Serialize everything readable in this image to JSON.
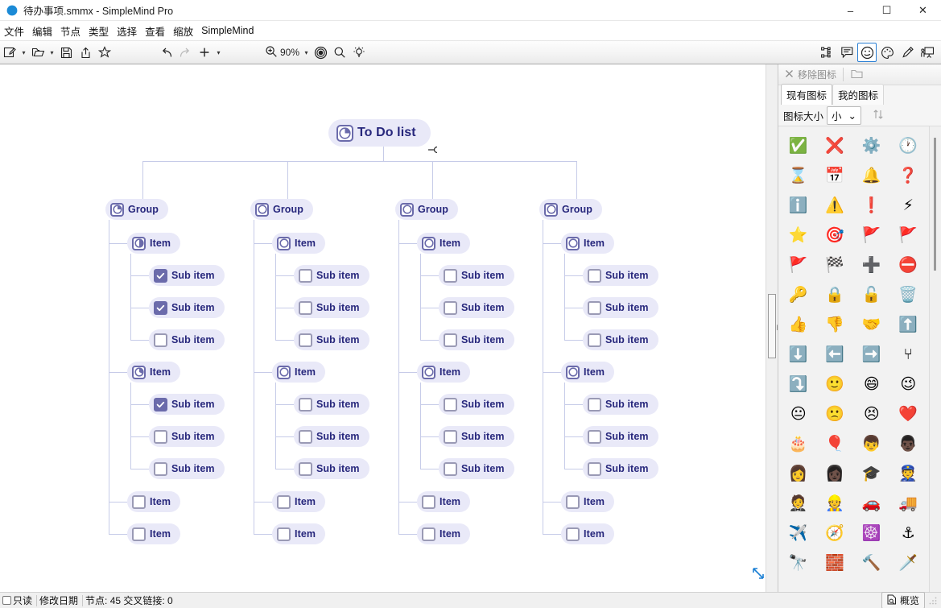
{
  "window": {
    "title": "待办事项.smmx - SimpleMind Pro",
    "app_icon": "simplemind-logo-icon",
    "minimize": "–",
    "maximize": "☐",
    "close": "✕"
  },
  "menubar": {
    "items": [
      {
        "label": "文件",
        "name": "menu-file"
      },
      {
        "label": "编辑",
        "name": "menu-edit"
      },
      {
        "label": "节点",
        "name": "menu-node"
      },
      {
        "label": "类型",
        "name": "menu-type"
      },
      {
        "label": "选择",
        "name": "menu-select"
      },
      {
        "label": "查看",
        "name": "menu-view"
      },
      {
        "label": "缩放",
        "name": "menu-zoom"
      },
      {
        "label": "SimpleMind",
        "name": "menu-simplemind"
      }
    ]
  },
  "toolbar": {
    "new_label": "new-document",
    "open_label": "open-folder",
    "save_label": "save",
    "export_label": "export",
    "favorite_label": "star",
    "undo_label": "undo",
    "redo_label": "redo",
    "add_label": "add",
    "zoom_value": "90%",
    "zoom_caret": "▾",
    "caret": "▾",
    "target_label": "auto-focus",
    "search_label": "search",
    "hint_label": "hint",
    "right_tools": [
      {
        "name": "outline-icon",
        "label": "outline"
      },
      {
        "name": "note-icon",
        "label": "note"
      },
      {
        "name": "smiley-icon",
        "label": "icons",
        "selected": true
      },
      {
        "name": "palette-icon",
        "label": "style"
      },
      {
        "name": "brush-icon",
        "label": "brush"
      },
      {
        "name": "presentation-icon",
        "label": "presentation"
      }
    ]
  },
  "panel": {
    "remove_icon_label": "移除图标",
    "folder_label": "open-icon-folder",
    "tabs": [
      {
        "label": "现有图标",
        "name": "tab-existing-icons",
        "active": true
      },
      {
        "label": "我的图标",
        "name": "tab-my-icons",
        "active": false
      }
    ],
    "size_label": "图标大小",
    "size_value": "小",
    "size_caret": "⌄",
    "sort_label": "sort-toggle",
    "icons": [
      {
        "name": "check-circle-icon",
        "glyph": "✅"
      },
      {
        "name": "cross-mark-icon",
        "glyph": "❌"
      },
      {
        "name": "gear-icon",
        "glyph": "⚙️"
      },
      {
        "name": "clock-icon",
        "glyph": "🕐"
      },
      {
        "name": "hourglass-icon",
        "glyph": "⌛"
      },
      {
        "name": "calendar-icon",
        "glyph": "📅"
      },
      {
        "name": "bell-icon",
        "glyph": "🔔"
      },
      {
        "name": "question-mark-icon",
        "glyph": "❓"
      },
      {
        "name": "information-icon",
        "glyph": "ℹ️"
      },
      {
        "name": "warning-icon",
        "glyph": "⚠️"
      },
      {
        "name": "exclamation-icon",
        "glyph": "❗"
      },
      {
        "name": "lightning-icon",
        "glyph": "⚡"
      },
      {
        "name": "star-icon",
        "glyph": "⭐"
      },
      {
        "name": "target-icon",
        "glyph": "🎯"
      },
      {
        "name": "green-flag-icon",
        "glyph": "🚩"
      },
      {
        "name": "orange-flag-icon",
        "glyph": "🚩"
      },
      {
        "name": "red-flag-icon",
        "glyph": "🚩"
      },
      {
        "name": "checkered-flag-icon",
        "glyph": "🏁"
      },
      {
        "name": "plus-circle-icon",
        "glyph": "➕"
      },
      {
        "name": "minus-circle-icon",
        "glyph": "⛔"
      },
      {
        "name": "key-icon",
        "glyph": "🔑"
      },
      {
        "name": "lock-closed-icon",
        "glyph": "🔒"
      },
      {
        "name": "lock-open-icon",
        "glyph": "🔓"
      },
      {
        "name": "trash-icon",
        "glyph": "🗑️"
      },
      {
        "name": "thumbs-up-icon",
        "glyph": "👍"
      },
      {
        "name": "thumbs-down-icon",
        "glyph": "👎"
      },
      {
        "name": "handshake-icon",
        "glyph": "🤝"
      },
      {
        "name": "arrow-up-circle-icon",
        "glyph": "⬆️"
      },
      {
        "name": "arrow-down-circle-icon",
        "glyph": "⬇️"
      },
      {
        "name": "arrow-left-circle-icon",
        "glyph": "⬅️"
      },
      {
        "name": "arrow-right-circle-icon",
        "glyph": "➡️"
      },
      {
        "name": "split-arrow-icon",
        "glyph": "⑂"
      },
      {
        "name": "merge-arrow-icon",
        "glyph": "⤵️"
      },
      {
        "name": "smile-icon",
        "glyph": "🙂"
      },
      {
        "name": "grin-icon",
        "glyph": "😄"
      },
      {
        "name": "wink-icon",
        "glyph": "😉"
      },
      {
        "name": "neutral-face-icon",
        "glyph": "😐"
      },
      {
        "name": "frown-icon",
        "glyph": "🙁"
      },
      {
        "name": "distress-icon",
        "glyph": "😣"
      },
      {
        "name": "heart-icon",
        "glyph": "❤️"
      },
      {
        "name": "birthday-cake-icon",
        "glyph": "🎂"
      },
      {
        "name": "balloon-icon",
        "glyph": "🎈"
      },
      {
        "name": "person-icon",
        "glyph": "👦"
      },
      {
        "name": "person-dark-icon",
        "glyph": "👨🏿"
      },
      {
        "name": "woman-red-hair-icon",
        "glyph": "👩"
      },
      {
        "name": "woman-dark-icon",
        "glyph": "👩🏿"
      },
      {
        "name": "graduation-cap-icon",
        "glyph": "🎓"
      },
      {
        "name": "police-officer-icon",
        "glyph": "👮"
      },
      {
        "name": "businessman-icon",
        "glyph": "🤵"
      },
      {
        "name": "construction-worker-icon",
        "glyph": "👷"
      },
      {
        "name": "car-icon",
        "glyph": "🚗"
      },
      {
        "name": "truck-icon",
        "glyph": "🚚"
      },
      {
        "name": "airplane-icon",
        "glyph": "✈️"
      },
      {
        "name": "compass-icon",
        "glyph": "🧭"
      },
      {
        "name": "ship-wheel-icon",
        "glyph": "☸️"
      },
      {
        "name": "anchor-icon",
        "glyph": "⚓"
      },
      {
        "name": "binoculars-icon",
        "glyph": "🔭"
      },
      {
        "name": "brick-wall-icon",
        "glyph": "🧱"
      },
      {
        "name": "hammer-icon",
        "glyph": "🔨"
      },
      {
        "name": "sword-icon",
        "glyph": "🗡️"
      }
    ]
  },
  "mindmap": {
    "root": {
      "label": "To Do list",
      "marker": "pie-25"
    },
    "groups": [
      {
        "label": "Group",
        "marker": "pie-25",
        "items": [
          {
            "label": "Item",
            "marker": "pie-50",
            "subs": [
              {
                "label": "Sub item",
                "checked": true
              },
              {
                "label": "Sub item",
                "checked": true
              },
              {
                "label": "Sub item",
                "checked": false
              }
            ]
          },
          {
            "label": "Item",
            "marker": "pie-33",
            "subs": [
              {
                "label": "Sub item",
                "checked": true
              },
              {
                "label": "Sub item",
                "checked": false
              },
              {
                "label": "Sub item",
                "checked": false
              }
            ]
          },
          {
            "label": "Item",
            "marker": "checkbox",
            "checked": false,
            "subs": []
          },
          {
            "label": "Item",
            "marker": "checkbox",
            "checked": false,
            "subs": []
          }
        ]
      },
      {
        "label": "Group",
        "marker": "pie-0",
        "items": [
          {
            "label": "Item",
            "marker": "pie-0",
            "subs": [
              {
                "label": "Sub item",
                "checked": false
              },
              {
                "label": "Sub item",
                "checked": false
              },
              {
                "label": "Sub item",
                "checked": false
              }
            ]
          },
          {
            "label": "Item",
            "marker": "pie-0",
            "subs": [
              {
                "label": "Sub item",
                "checked": false
              },
              {
                "label": "Sub item",
                "checked": false
              },
              {
                "label": "Sub item",
                "checked": false
              }
            ]
          },
          {
            "label": "Item",
            "marker": "checkbox",
            "checked": false,
            "subs": []
          },
          {
            "label": "Item",
            "marker": "checkbox",
            "checked": false,
            "subs": []
          }
        ]
      },
      {
        "label": "Group",
        "marker": "pie-0",
        "items": [
          {
            "label": "Item",
            "marker": "pie-0",
            "subs": [
              {
                "label": "Sub item",
                "checked": false
              },
              {
                "label": "Sub item",
                "checked": false
              },
              {
                "label": "Sub item",
                "checked": false
              }
            ]
          },
          {
            "label": "Item",
            "marker": "pie-0",
            "subs": [
              {
                "label": "Sub item",
                "checked": false
              },
              {
                "label": "Sub item",
                "checked": false
              },
              {
                "label": "Sub item",
                "checked": false
              }
            ]
          },
          {
            "label": "Item",
            "marker": "checkbox",
            "checked": false,
            "subs": []
          },
          {
            "label": "Item",
            "marker": "checkbox",
            "checked": false,
            "subs": []
          }
        ]
      },
      {
        "label": "Group",
        "marker": "pie-0",
        "items": [
          {
            "label": "Item",
            "marker": "pie-0",
            "subs": [
              {
                "label": "Sub item",
                "checked": false
              },
              {
                "label": "Sub item",
                "checked": false
              },
              {
                "label": "Sub item",
                "checked": false
              }
            ]
          },
          {
            "label": "Item",
            "marker": "pie-0",
            "subs": [
              {
                "label": "Sub item",
                "checked": false
              },
              {
                "label": "Sub item",
                "checked": false
              },
              {
                "label": "Sub item",
                "checked": false
              }
            ]
          },
          {
            "label": "Item",
            "marker": "checkbox",
            "checked": false,
            "subs": []
          },
          {
            "label": "Item",
            "marker": "checkbox",
            "checked": false,
            "subs": []
          }
        ]
      }
    ],
    "colors": {
      "node_fill": "#e9e9f8",
      "node_text": "#27277c",
      "line": "#c6cbe8",
      "marker": "#6b6bab"
    }
  },
  "statusbar": {
    "readonly_label": "只读",
    "modified_label": "修改日期",
    "nodes_label": "节点: 45 交叉链接: 0",
    "overview_label": "概览"
  }
}
